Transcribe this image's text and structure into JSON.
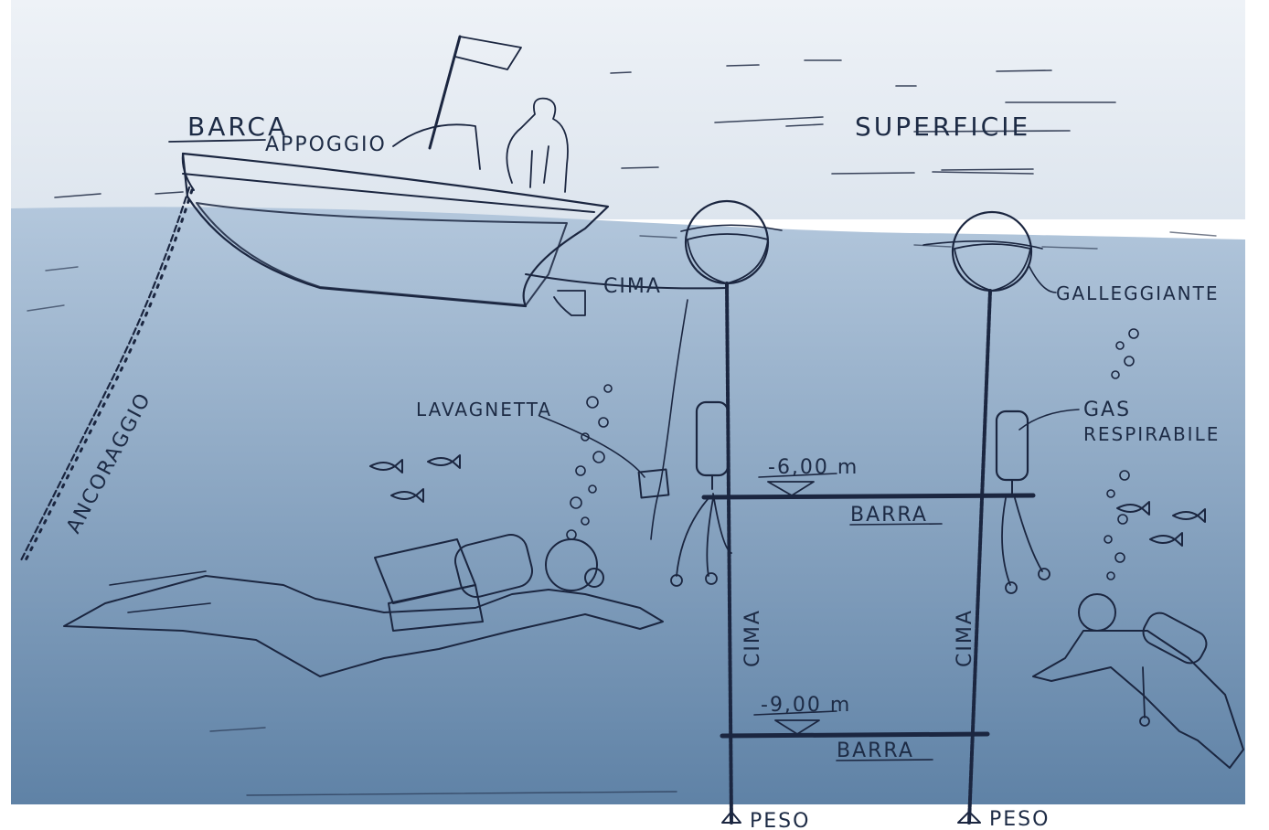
{
  "labels": {
    "boat": "BARCA",
    "boat_sub": "APPOGGIO",
    "surface": "SUPERFICIE",
    "rope_top": "CIMA",
    "float": "GALLEGGIANTE",
    "anchor": "ANCORAGGIO",
    "slate": "LAVAGNETTA",
    "gas_1": "GAS",
    "gas_2": "RESPIRABILE",
    "depth_1": "-6,00 m",
    "depth_2": "-9,00 m",
    "bar_1": "BARRA",
    "bar_2": "BARRA",
    "rope_left": "CIMA",
    "rope_right": "CIMA",
    "weight_left": "PESO",
    "weight_right": "PESO"
  },
  "colors": {
    "sky": "#e3eaf2",
    "sea_top": "#b3c7dc",
    "sea_bottom": "#5f82a6",
    "ink": "#1b2640"
  }
}
